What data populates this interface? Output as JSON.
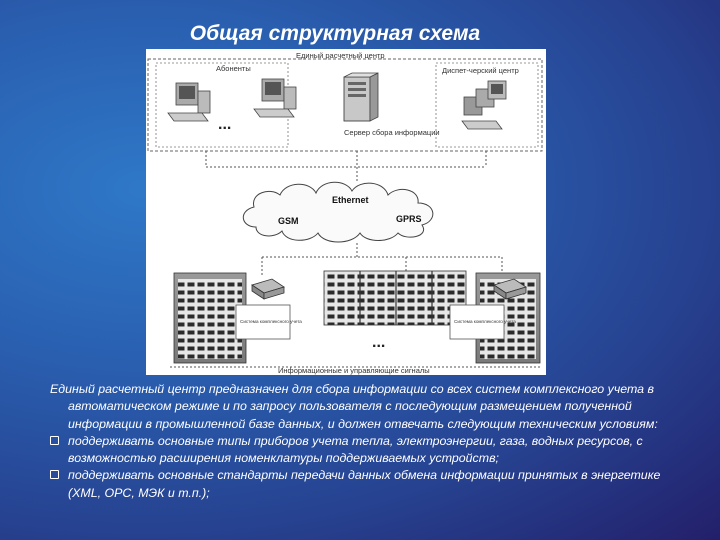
{
  "title": "Общая структурная схема",
  "diagram": {
    "labels": {
      "center": "Единый расчетный центр",
      "subscribers": "Абоненты",
      "dispatch": "Диспет-черский центр",
      "dots_top": "...",
      "server": "Сервер сбора информации",
      "ethernet": "Ethernet",
      "gsm": "GSM",
      "gprs": "GPRS",
      "system_left": "Система комплексного учета",
      "system_right": "Система комплексного учета",
      "dots_bottom": "...",
      "signals": "Информационные и управляющие сигналы"
    }
  },
  "text": {
    "intro": "Единый расчетный центр предназначен для сбора информации со всех систем комплексного учета в автоматическом режиме и по запросу пользователя с последующим размещением полученной информации в промышленной базе данных, и должен отвечать следующим техническим условиям:",
    "bullets": [
      "поддерживать основные типы приборов учета тепла, электроэнергии, газа, водных ресурсов, с возможностью расширения номенклатуры поддерживаемых устройств;",
      "поддерживать основные стандарты передачи данных обмена информации принятых в энергетике (XML, OPC, МЭК и т.п.);"
    ]
  },
  "colors": {
    "bg_light": "#2f78c8",
    "bg_dark": "#231f6a"
  }
}
